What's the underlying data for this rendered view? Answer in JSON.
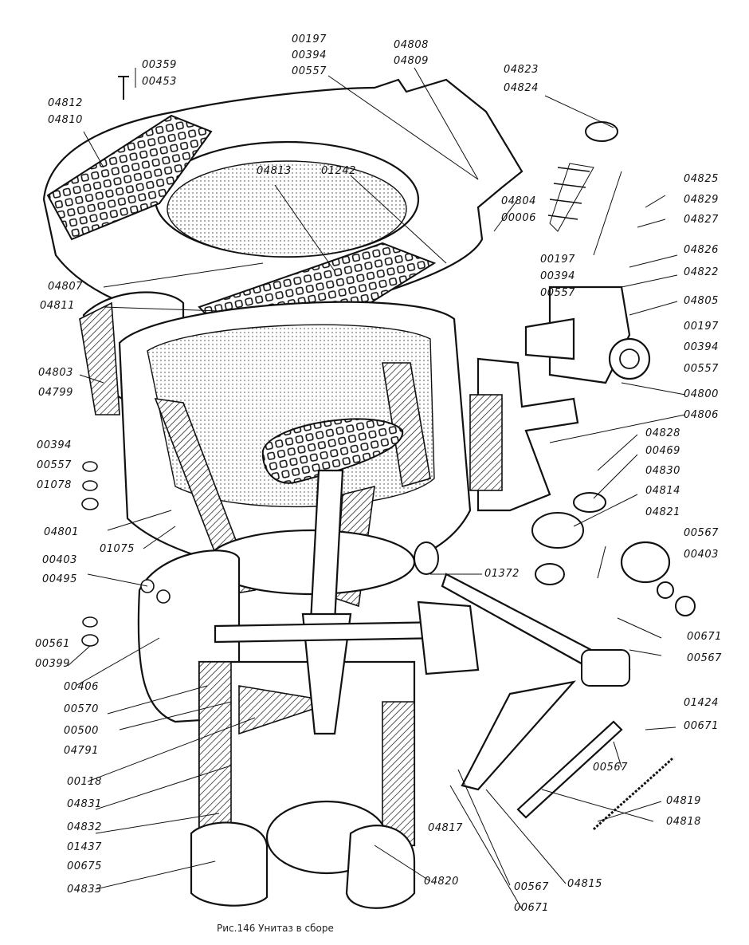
{
  "caption": "Рис.146 Унитаз в сборе",
  "labels": {
    "l00197a": "00197",
    "l00394a": "00394",
    "l00557a": "00557",
    "l04808": "04808",
    "l04809": "04809",
    "l00359": "00359",
    "l00453": "00453",
    "l04823": "04823",
    "l04824": "04824",
    "l04812": "04812",
    "l04810": "04810",
    "l04813": "04813",
    "l01242": "01242",
    "l04825": "04825",
    "l04829": "04829",
    "l04827": "04827",
    "l04804": "04804",
    "l00006": "00006",
    "l04826": "04826",
    "l04822": "04822",
    "l00197b": "00197",
    "l00394b": "00394",
    "l00557b": "00557",
    "l04807": "04807",
    "l04811": "04811",
    "l04805": "04805",
    "l00197c": "00197",
    "l00394c": "00394",
    "l00557c": "00557",
    "l04803": "04803",
    "l04799": "04799",
    "l04800": "04800",
    "l04806": "04806",
    "l04828": "04828",
    "l00469": "00469",
    "l04830": "04830",
    "l00394d": "00394",
    "l00557d": "00557",
    "l01078": "01078",
    "l04814": "04814",
    "l04821": "04821",
    "l00567a": "00567",
    "l00403a": "00403",
    "l04801": "04801",
    "l01075": "01075",
    "l01372": "01372",
    "l00403b": "00403",
    "l00495": "00495",
    "l00561": "00561",
    "l00399": "00399",
    "l00671a": "00671",
    "l00567b": "00567",
    "l00406": "00406",
    "l00570": "00570",
    "l00500": "00500",
    "l04791": "04791",
    "l01424": "01424",
    "l00671b": "00671",
    "l00118": "00118",
    "l04831": "04831",
    "l00567c": "00567",
    "l04819": "04819",
    "l04818": "04818",
    "l04832": "04832",
    "l01437": "01437",
    "l00675": "00675",
    "l04817": "04817",
    "l04833": "04833",
    "l04820": "04820",
    "l00567d": "00567",
    "l04815": "04815",
    "l00671c": "00671"
  }
}
